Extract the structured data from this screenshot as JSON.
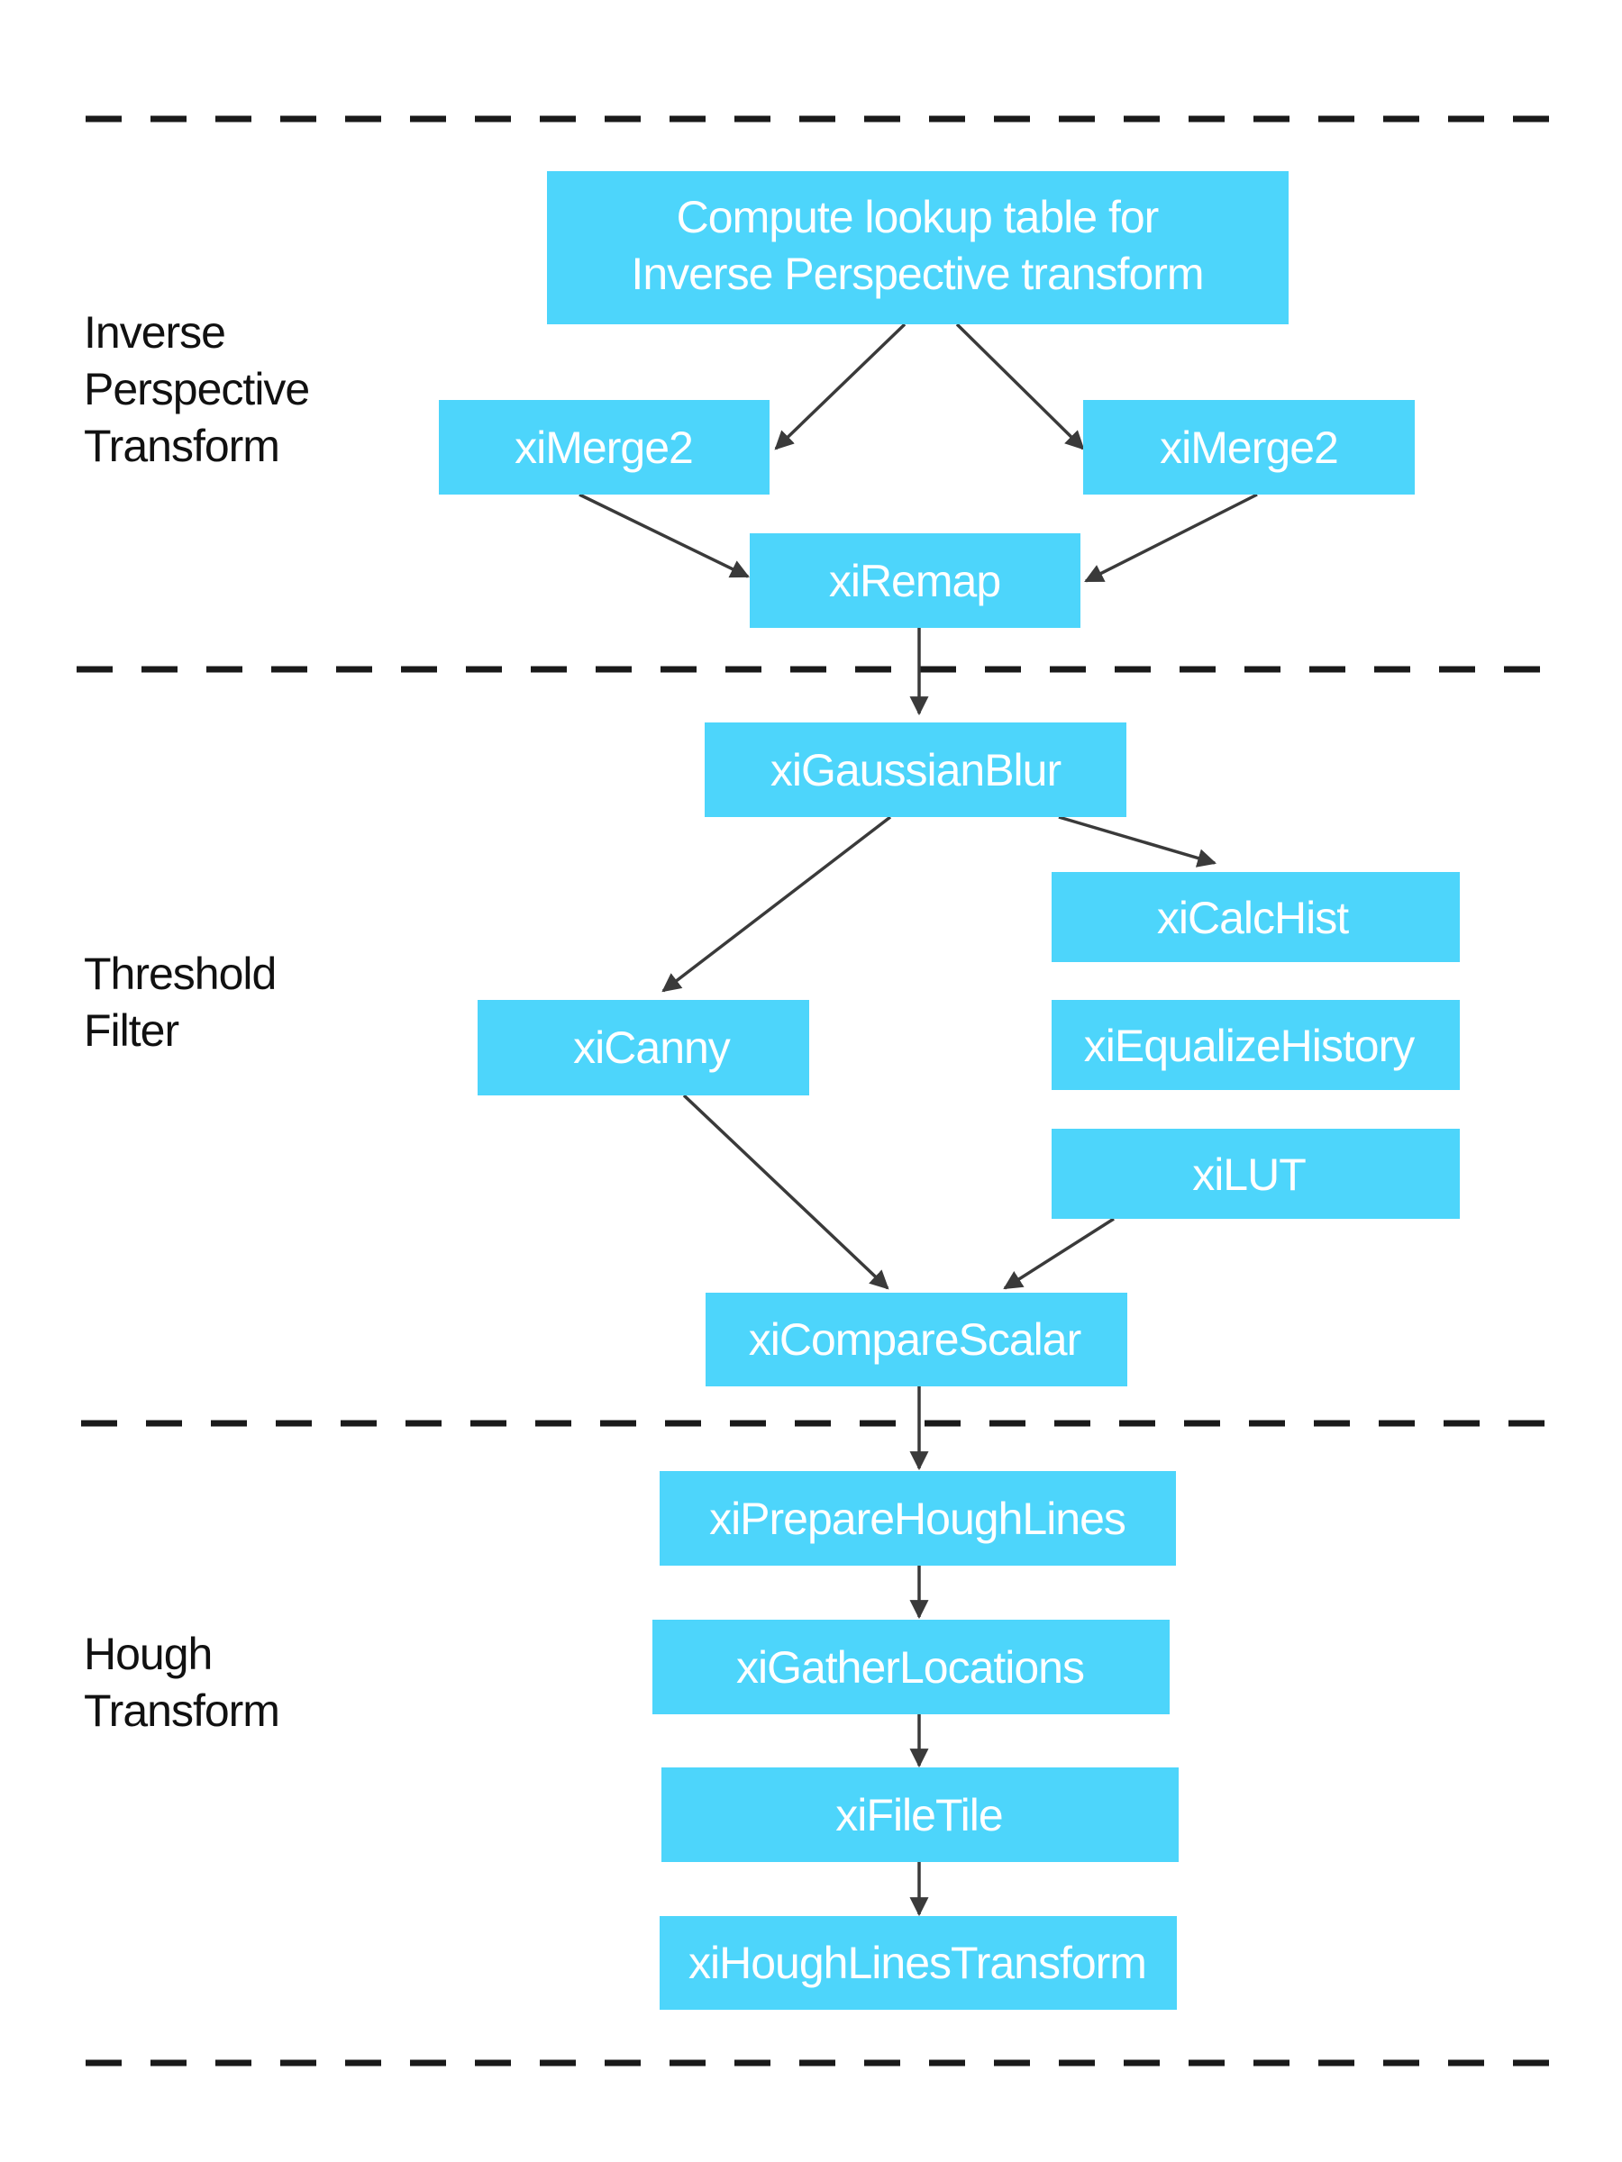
{
  "sections": [
    {
      "id": "inverse-perspective",
      "lines": [
        "Inverse",
        "Perspective",
        "Transform"
      ]
    },
    {
      "id": "threshold-filter",
      "lines": [
        "Threshold",
        "Filter"
      ]
    },
    {
      "id": "hough-transform",
      "lines": [
        "Hough",
        "Transform"
      ]
    }
  ],
  "nodes": {
    "compute_lut": [
      "Compute lookup table for",
      "Inverse Perspective transform"
    ],
    "merge2_left": "xiMerge2",
    "merge2_right": "xiMerge2",
    "remap": "xiRemap",
    "gaussian_blur": "xiGaussianBlur",
    "calc_hist": "xiCalcHist",
    "equalize_history": "xiEqualizeHistory",
    "lut": "xiLUT",
    "canny": "xiCanny",
    "compare_scalar": "xiCompareScalar",
    "prepare_hough_lines": "xiPrepareHoughLines",
    "gather_locations": "xiGatherLocations",
    "file_tile": "xiFileTile",
    "hough_lines_transform": "xiHoughLinesTransform"
  },
  "edges": [
    {
      "from": "compute_lut",
      "to": "merge2_left"
    },
    {
      "from": "compute_lut",
      "to": "merge2_right"
    },
    {
      "from": "merge2_left",
      "to": "remap"
    },
    {
      "from": "merge2_right",
      "to": "remap"
    },
    {
      "from": "remap",
      "to": "gaussian_blur"
    },
    {
      "from": "gaussian_blur",
      "to": "canny"
    },
    {
      "from": "gaussian_blur",
      "to": "calc_hist"
    },
    {
      "from": "canny",
      "to": "compare_scalar"
    },
    {
      "from": "lut",
      "to": "compare_scalar"
    },
    {
      "from": "compare_scalar",
      "to": "prepare_hough_lines"
    },
    {
      "from": "prepare_hough_lines",
      "to": "gather_locations"
    },
    {
      "from": "gather_locations",
      "to": "file_tile"
    },
    {
      "from": "file_tile",
      "to": "hough_lines_transform"
    }
  ],
  "colors": {
    "node_fill": "#4dd5fb",
    "node_text": "#ffffff",
    "edge": "#3a3a3a",
    "divider": "#1a1a1a",
    "label_text": "#111111"
  }
}
